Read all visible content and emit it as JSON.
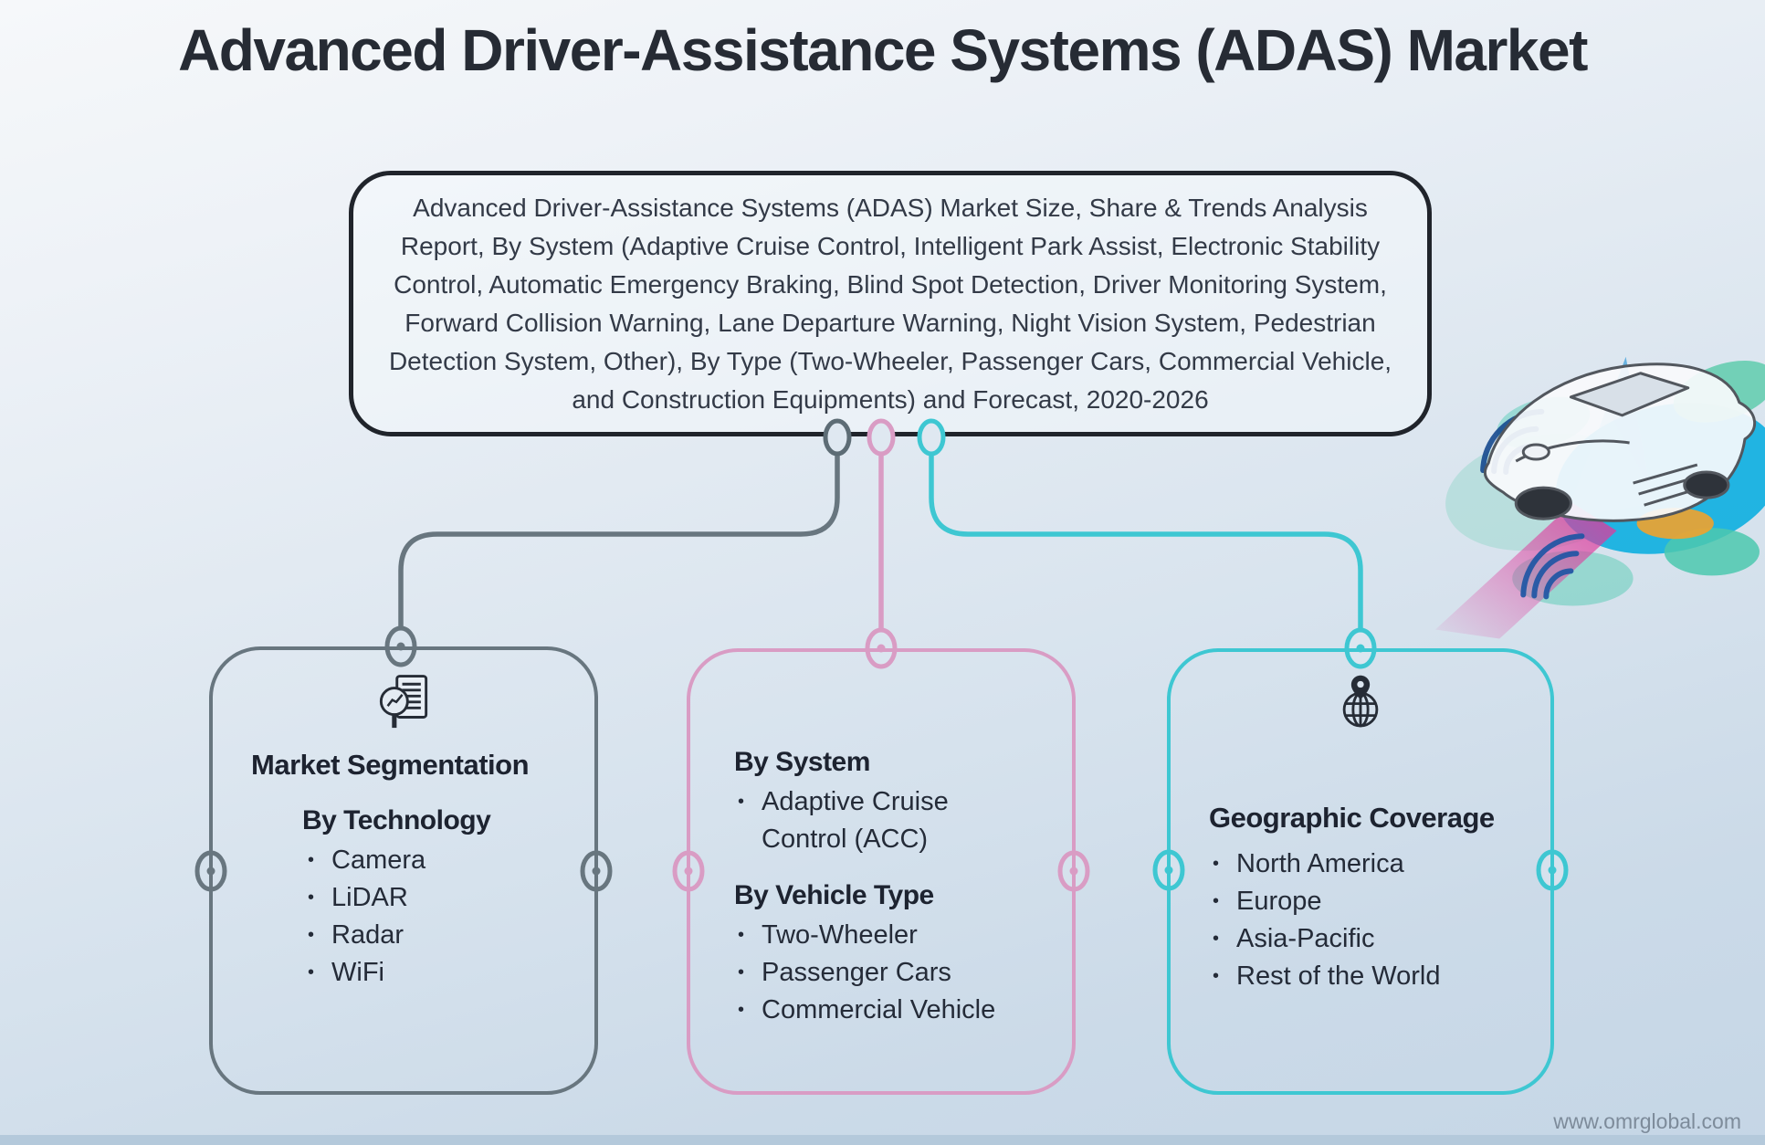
{
  "page": {
    "title": "Advanced Driver-Assistance Systems (ADAS) Market",
    "watermark": "www.omrglobal.com"
  },
  "summary": {
    "text": "Advanced Driver-Assistance Systems (ADAS) Market Size, Share & Trends Analysis Report, By System (Adaptive Cruise Control, Intelligent Park Assist, Electronic Stability Control, Automatic Emergency Braking, Blind Spot Detection, Driver Monitoring System, Forward Collision Warning, Lane Departure Warning, Night Vision System, Pedestrian Detection System, Other), By Type (Two-Wheeler, Passenger Cars, Commercial Vehicle, and Construction Equipments) and Forecast, 2020-2026"
  },
  "ui": {
    "bullet": "•"
  },
  "branches": {
    "segmentation": {
      "icon": "market-research-icon",
      "heading": "Market Segmentation",
      "groups": [
        {
          "label": "By Technology",
          "items": [
            "Camera",
            "LiDAR",
            "Radar",
            "WiFi"
          ]
        }
      ]
    },
    "system": {
      "groups": [
        {
          "label": "By System",
          "items": [
            "Adaptive Cruise Control (ACC)"
          ]
        },
        {
          "label": "By Vehicle Type",
          "items": [
            "Two-Wheeler",
            "Passenger Cars",
            "Commercial Vehicle"
          ]
        }
      ]
    },
    "geography": {
      "icon": "globe-pin-icon",
      "heading": "Geographic Coverage",
      "items": [
        "North America",
        "Europe",
        "Asia-Pacific",
        "Rest of the World"
      ]
    }
  },
  "colors": {
    "summary_border": "#20242b",
    "segmentation_accent": "#68767f",
    "system_accent": "#d99cc4",
    "geography_accent": "#3ec7d2",
    "heading_text": "#1d2330",
    "body_text": "#242b38",
    "watermark_text": "#7d8b9a",
    "background_top": "#f6f8fa",
    "background_bottom": "#c5d6e6"
  }
}
